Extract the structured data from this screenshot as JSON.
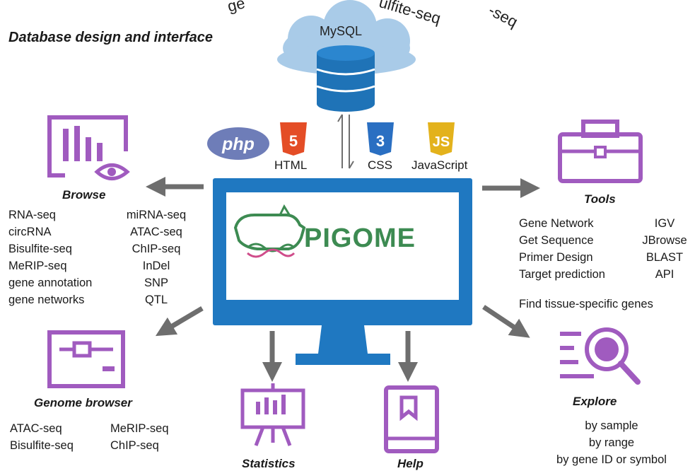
{
  "header": {
    "section_title": "Database design and interface",
    "arc_left": "ge",
    "arc_mid": "ulfite-seq",
    "arc_right": "-seq"
  },
  "database": {
    "label": "MySQL"
  },
  "tech": [
    {
      "name": "php",
      "label": ""
    },
    {
      "name": "html5",
      "label": "HTML"
    },
    {
      "name": "css3",
      "label": "CSS"
    },
    {
      "name": "javascript",
      "label": "JavaScript"
    }
  ],
  "logo": {
    "text": "PIGOME"
  },
  "browse": {
    "title": "Browse",
    "col1": [
      "RNA-seq",
      "circRNA",
      "Bisulfite-seq",
      "MeRIP-seq",
      "gene annotation",
      "gene networks"
    ],
    "col2": [
      "miRNA-seq",
      "ATAC-seq",
      "ChIP-seq",
      "InDel",
      "SNP",
      "QTL"
    ]
  },
  "tools": {
    "title": "Tools",
    "col1": [
      "Gene Network",
      "Get Sequence",
      "Primer Design",
      "Target prediction"
    ],
    "col2": [
      "IGV",
      "JBrowse",
      "BLAST",
      "API"
    ],
    "extra": "Find tissue-specific genes"
  },
  "genome_browser": {
    "title": "Genome browser",
    "col1": [
      "ATAC-seq",
      "Bisulfite-seq"
    ],
    "col2": [
      "MeRIP-seq",
      "ChIP-seq"
    ]
  },
  "statistics": {
    "title": "Statistics"
  },
  "help": {
    "title": "Help"
  },
  "explore": {
    "title": "Explore",
    "items": [
      "by sample",
      "by range",
      "by gene ID or symbol"
    ]
  },
  "colors": {
    "purple": "#a05bbf",
    "monitor_blue": "#1f78c1",
    "arrow_gray": "#6e6e6e",
    "cloud": "#a9cbe8",
    "db_blue": "#1f73b7",
    "php": "#6e7db8",
    "html": "#e44d26",
    "css": "#2a6fc2",
    "js": "#e3b21c",
    "logo_green": "#3d8b52"
  }
}
